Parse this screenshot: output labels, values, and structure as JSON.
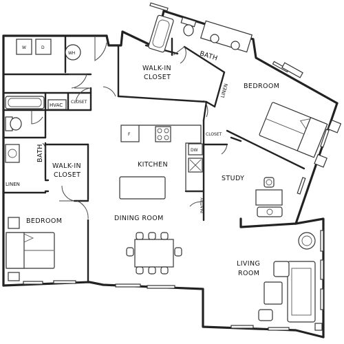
{
  "rooms": {
    "walkin_closet_top": [
      "WALK-IN",
      "CLOSET"
    ],
    "bath_top": "BATH",
    "bedroom_right": "BEDROOM",
    "linen_top": "LINEN",
    "closet_top_left": "CLOSET",
    "hvac": "HVAC",
    "bath_left": "BATH",
    "walkin_closet_left": [
      "WALK-IN",
      "CLOSET"
    ],
    "linen_left": "LINEN",
    "bedroom_left": "BEDROOM",
    "kitchen": "KITCHEN",
    "closet_study": "CLOSET",
    "study": "STUDY",
    "dining_room": "DINING ROOM",
    "pantry": "PANTRY",
    "living_room": [
      "LIVING",
      "ROOM"
    ]
  },
  "fixtures": {
    "washer": "W",
    "dryer": "D",
    "water_heater": "WH",
    "fridge": "F",
    "dishwasher": "DW"
  }
}
